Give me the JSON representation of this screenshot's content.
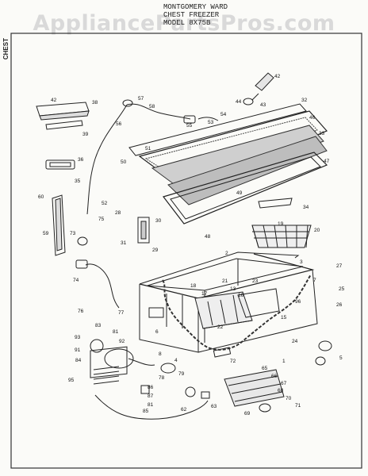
{
  "header": {
    "watermark": "AppliancePartsPros.com",
    "title_line1": "MONTGOMERY WARD",
    "title_line2": "CHEST FREEZER",
    "title_line3": "MODEL 8X75B",
    "side_label": "CHEST"
  },
  "callouts": [
    {
      "id": "c1",
      "label": "42"
    },
    {
      "id": "c2",
      "label": "38"
    },
    {
      "id": "c3",
      "label": "39"
    },
    {
      "id": "c4",
      "label": "57"
    },
    {
      "id": "c5",
      "label": "58"
    },
    {
      "id": "c6",
      "label": "56"
    },
    {
      "id": "c7",
      "label": "55"
    },
    {
      "id": "c8",
      "label": "53"
    },
    {
      "id": "c9",
      "label": "54"
    },
    {
      "id": "c10",
      "label": "44"
    },
    {
      "id": "c11",
      "label": "43"
    },
    {
      "id": "c12",
      "label": "42"
    },
    {
      "id": "c13",
      "label": "32"
    },
    {
      "id": "c14",
      "label": "46"
    },
    {
      "id": "c15",
      "label": "33"
    },
    {
      "id": "c16",
      "label": "47"
    },
    {
      "id": "c17",
      "label": "51"
    },
    {
      "id": "c18",
      "label": "50"
    },
    {
      "id": "c19",
      "label": "36"
    },
    {
      "id": "c20",
      "label": "35"
    },
    {
      "id": "c21",
      "label": "49"
    },
    {
      "id": "c22",
      "label": "60"
    },
    {
      "id": "c23",
      "label": "52"
    },
    {
      "id": "c24",
      "label": "28"
    },
    {
      "id": "c25",
      "label": "30"
    },
    {
      "id": "c26",
      "label": "34"
    },
    {
      "id": "c27",
      "label": "75"
    },
    {
      "id": "c28",
      "label": "59"
    },
    {
      "id": "c29",
      "label": "73"
    },
    {
      "id": "c30",
      "label": "48"
    },
    {
      "id": "c31",
      "label": "19"
    },
    {
      "id": "c32",
      "label": "20"
    },
    {
      "id": "c33",
      "label": "31"
    },
    {
      "id": "c34",
      "label": "29"
    },
    {
      "id": "c35",
      "label": "2"
    },
    {
      "id": "c36",
      "label": "3"
    },
    {
      "id": "c37",
      "label": "27"
    },
    {
      "id": "c38",
      "label": "74"
    },
    {
      "id": "c39",
      "label": "18"
    },
    {
      "id": "c40",
      "label": "21"
    },
    {
      "id": "c41",
      "label": "23"
    },
    {
      "id": "c42",
      "label": "17"
    },
    {
      "id": "c43",
      "label": "13"
    },
    {
      "id": "c44",
      "label": "16"
    },
    {
      "id": "c45",
      "label": "96"
    },
    {
      "id": "c46",
      "label": "7"
    },
    {
      "id": "c47",
      "label": "25"
    },
    {
      "id": "c48",
      "label": "26"
    },
    {
      "id": "c49",
      "label": "76"
    },
    {
      "id": "c50",
      "label": "77"
    },
    {
      "id": "c51",
      "label": "15"
    },
    {
      "id": "c52",
      "label": "22"
    },
    {
      "id": "c53",
      "label": "93"
    },
    {
      "id": "c54",
      "label": "83"
    },
    {
      "id": "c55",
      "label": "81"
    },
    {
      "id": "c56",
      "label": "91"
    },
    {
      "id": "c57",
      "label": "92"
    },
    {
      "id": "c58",
      "label": "84"
    },
    {
      "id": "c59",
      "label": "6"
    },
    {
      "id": "c60",
      "label": "8"
    },
    {
      "id": "c61",
      "label": "4"
    },
    {
      "id": "c62",
      "label": "5"
    },
    {
      "id": "c63",
      "label": "95"
    },
    {
      "id": "c64",
      "label": "78"
    },
    {
      "id": "c65",
      "label": "79"
    },
    {
      "id": "c66",
      "label": "86"
    },
    {
      "id": "c67",
      "label": "87"
    },
    {
      "id": "c68",
      "label": "81"
    },
    {
      "id": "c69",
      "label": "85"
    },
    {
      "id": "c70",
      "label": "72"
    },
    {
      "id": "c71",
      "label": "65"
    },
    {
      "id": "c72",
      "label": "66"
    },
    {
      "id": "c73",
      "label": "67"
    },
    {
      "id": "c74",
      "label": "68"
    },
    {
      "id": "c75",
      "label": "70"
    },
    {
      "id": "c76",
      "label": "71"
    },
    {
      "id": "c77",
      "label": "69"
    },
    {
      "id": "c78",
      "label": "62"
    },
    {
      "id": "c79",
      "label": "63"
    },
    {
      "id": "c80",
      "label": "1"
    },
    {
      "id": "c81",
      "label": "24"
    }
  ]
}
